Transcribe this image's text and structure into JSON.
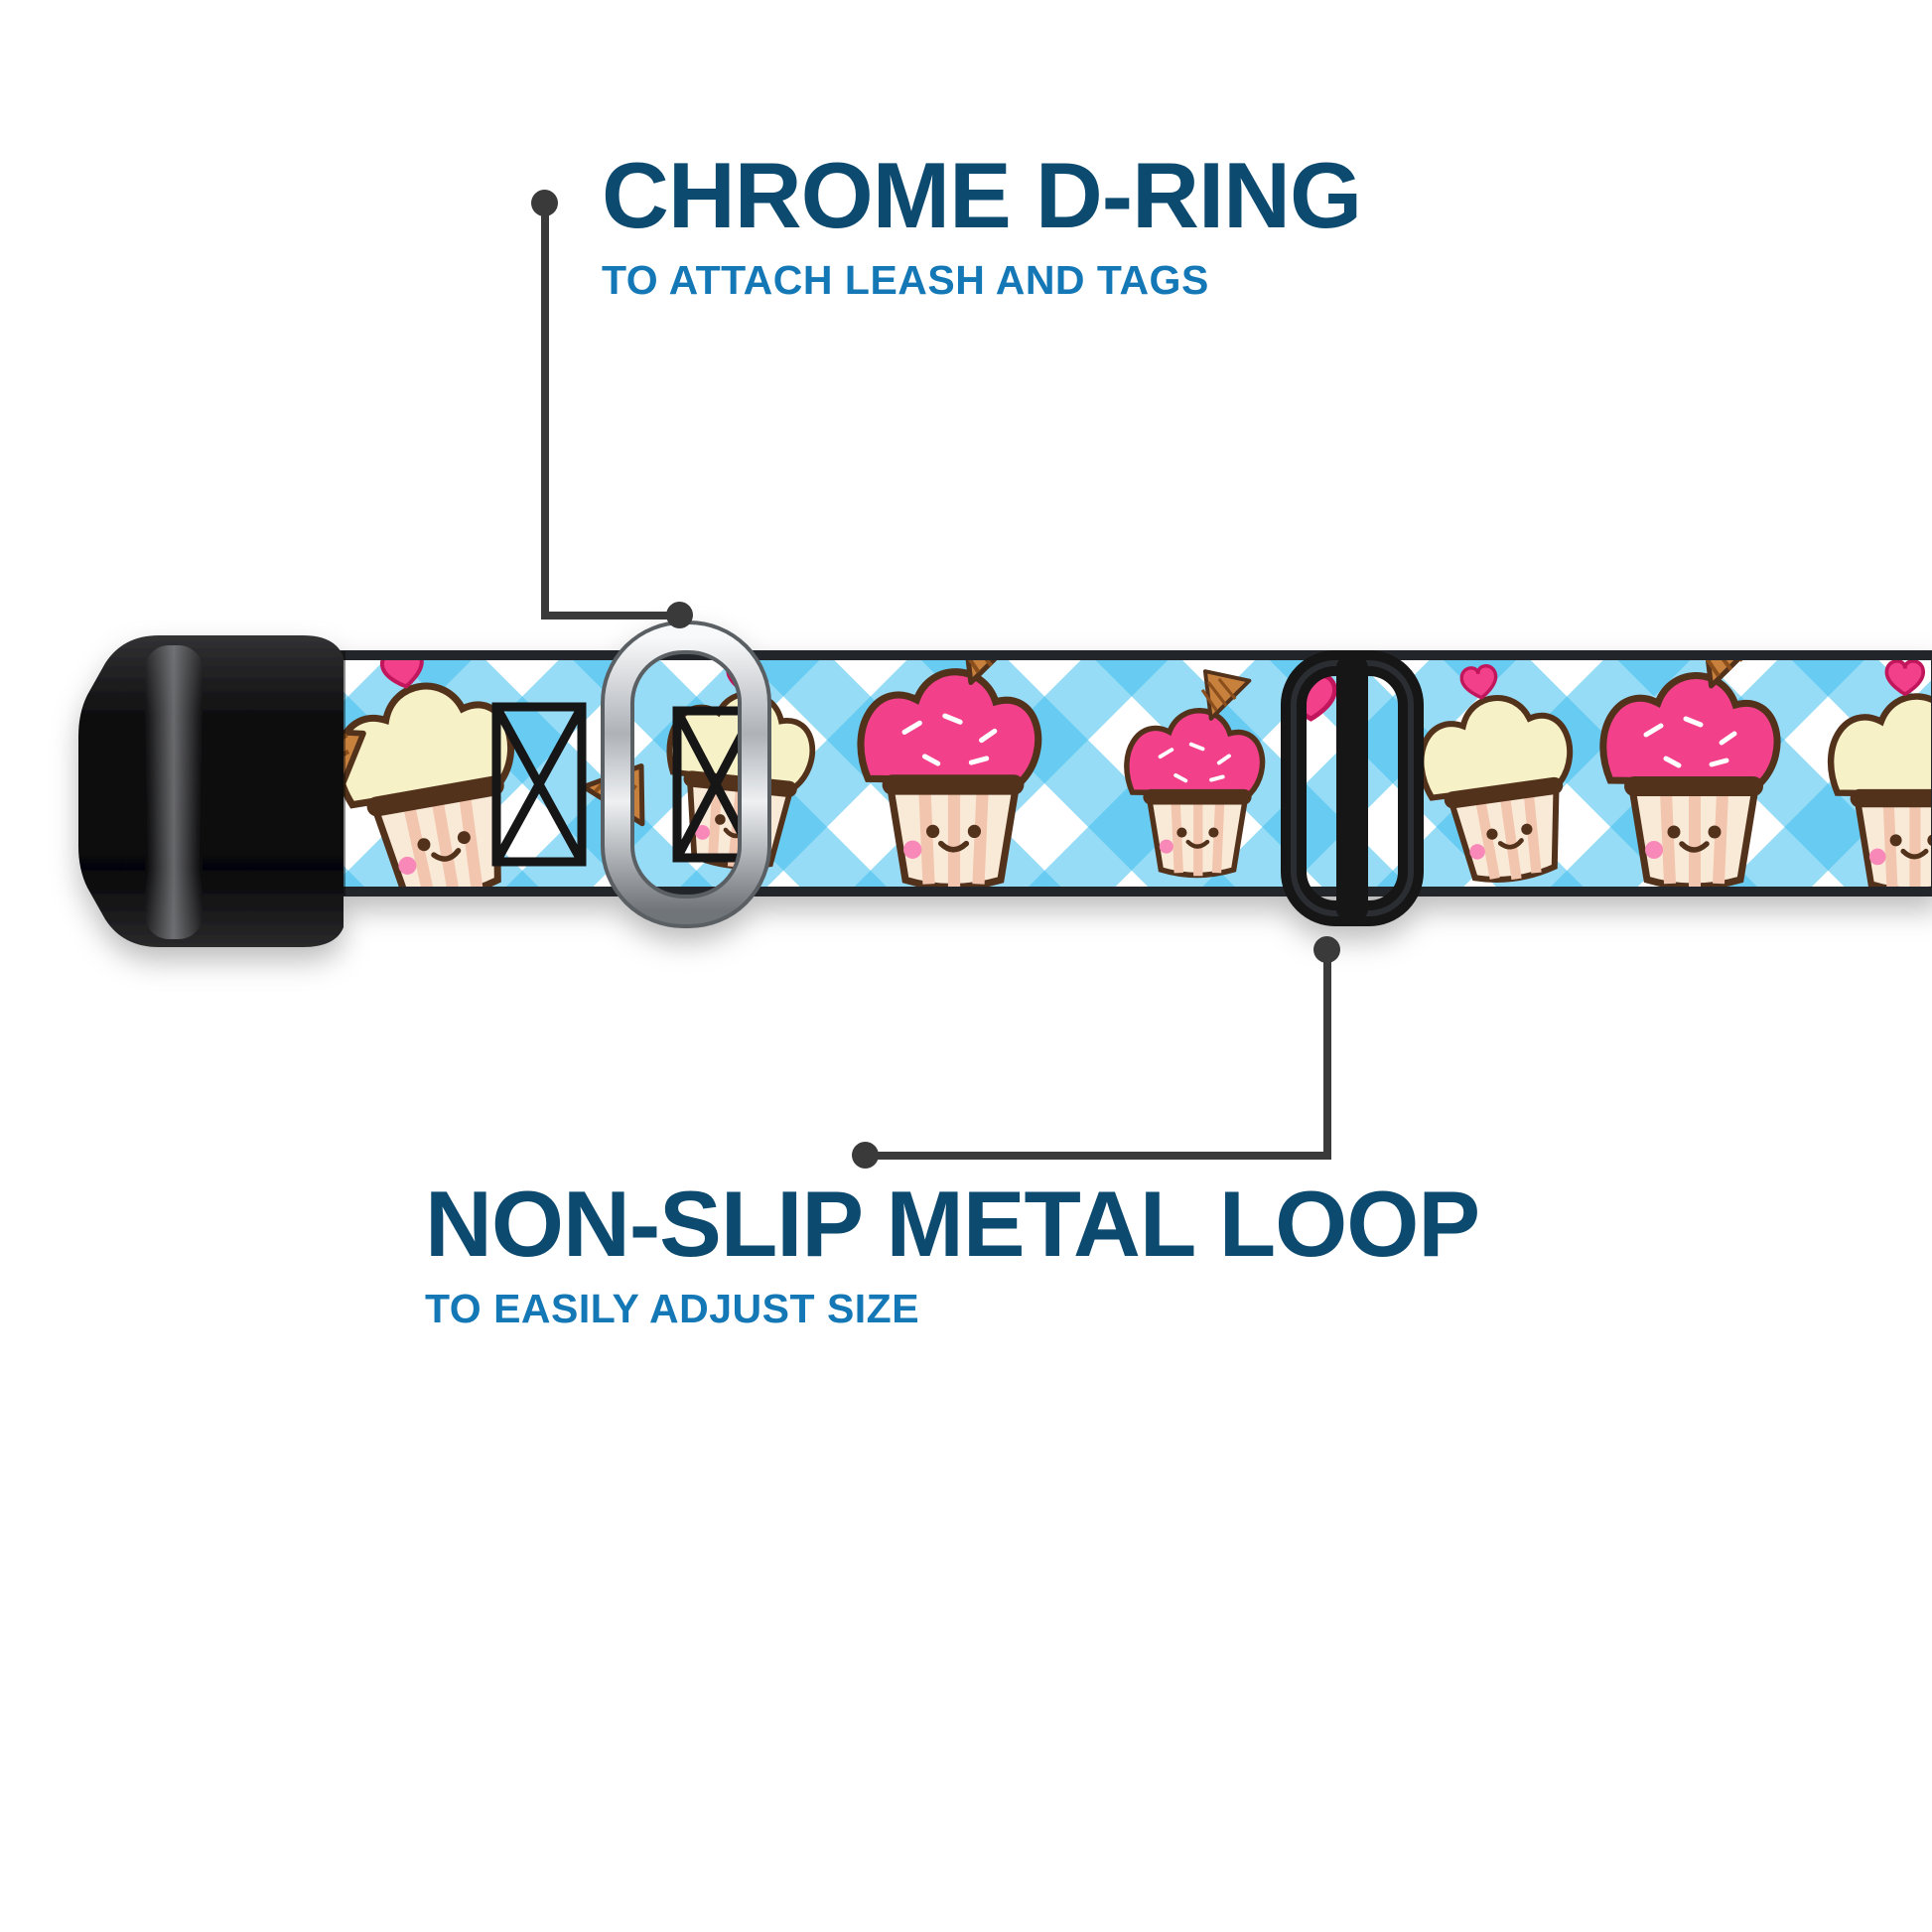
{
  "callouts": {
    "top": {
      "title": "CHROME D-RING",
      "subtitle": "TO ATTACH LEASH AND TAGS"
    },
    "bottom": {
      "title": "NON-SLIP METAL LOOP",
      "subtitle": "TO EASILY ADJUST SIZE"
    }
  },
  "colors": {
    "title_navy": "#0d4a70",
    "subtitle_blue": "#1478b6",
    "connector_gray": "#3a3a3a",
    "collar_blue": "#41bfee",
    "frosting_pink": "#f2408a",
    "frosting_cream": "#f6f1c6",
    "webbing_white": "#ffffff",
    "hardware_black": "#141414",
    "chrome_silver": "#c7c9cc"
  }
}
